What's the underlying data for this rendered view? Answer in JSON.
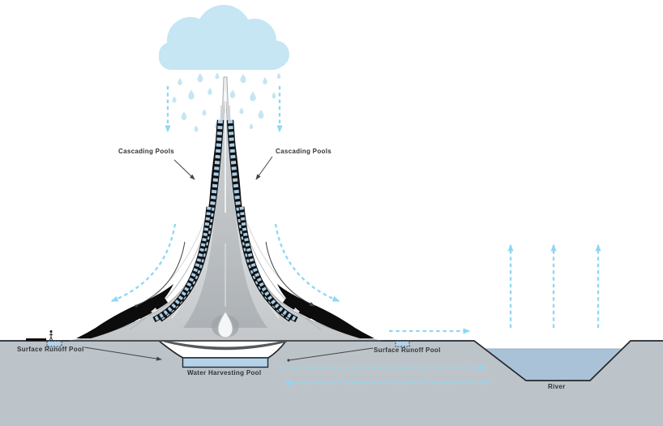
{
  "diagram": {
    "labels": {
      "cascading_pools_left": "Cascading Pools",
      "cascading_pools_right": "Cascading Pools",
      "surface_runoff_pool_left": "Surface Runoff Pool",
      "surface_runoff_pool_right": "Surface Runoff Pool",
      "water_harvesting_pool": "Water Harvesting Pool",
      "river": "River"
    },
    "colors": {
      "cloud_and_rain": "#c5e6f2",
      "flow_arrow_cyan": "#8ed7f2",
      "ground": "#bdc4c9",
      "river_water": "#a9c2d8",
      "pool_water": "#b5d2e8",
      "tower_body": "#dfe2e3",
      "tower_accent": "#0d0d0d",
      "label_text": "#2f3438"
    },
    "icons": {
      "rain_cloud": "cloud-shape",
      "raindrop": "teardrop-shape",
      "flow_arrow": "dashed-arrow-shape",
      "person": "stick-figure-shape"
    }
  }
}
